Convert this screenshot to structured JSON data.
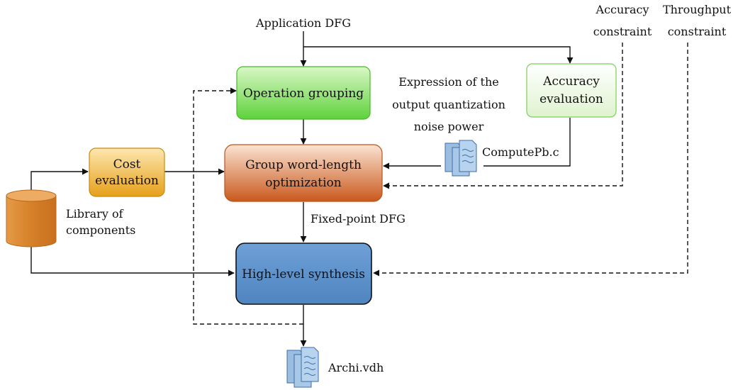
{
  "inputs": {
    "application_dfg": "Application DFG",
    "accuracy_constraint": [
      "Accuracy",
      "constraint"
    ],
    "throughput_constraint": [
      "Throughput",
      "constraint"
    ]
  },
  "boxes": {
    "operation_grouping": [
      "Operation grouping"
    ],
    "accuracy_evaluation": [
      "Accuracy",
      "evaluation"
    ],
    "cost_evaluation": [
      "Cost",
      "evaluation"
    ],
    "group_wordlength_optimization": [
      "Group word-length",
      "optimization"
    ],
    "high_level_synthesis": [
      "High-level synthesis"
    ]
  },
  "labels": {
    "noise_expression": [
      "Expression of the",
      "output quantization",
      "noise power"
    ],
    "library": [
      "Library of",
      "components"
    ],
    "fixed_point_dfg": "Fixed-point DFG"
  },
  "files": {
    "compute_pb": "ComputePb.c",
    "archi": "Archi.vdh"
  },
  "colors": {
    "operation_grouping": "#5fd23c",
    "accuracy_evaluation": "#e3f7d2",
    "cost_evaluation": "#eba51b",
    "group_wordlength_optimization": "#d06a2a",
    "high_level_synthesis": "#5a8fc8",
    "library_cylinder": "#d9822b",
    "file_icon": "#9bbde0"
  }
}
